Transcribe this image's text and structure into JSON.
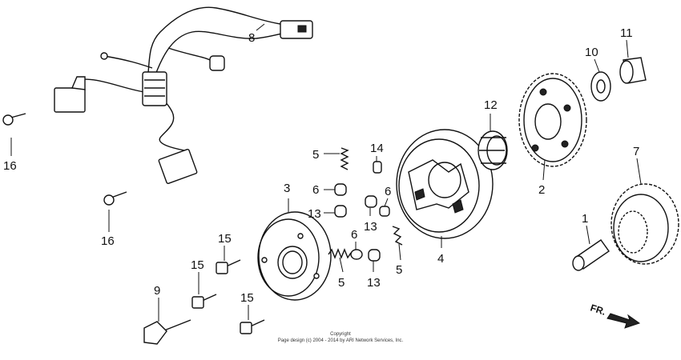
{
  "callouts": {
    "c1": "1",
    "c2": "2",
    "c3": "3",
    "c4": "4",
    "c5a": "5",
    "c5b": "5",
    "c5c": "5",
    "c6a": "6",
    "c6b": "6",
    "c6c": "6",
    "c7": "7",
    "c8": "8",
    "c9": "9",
    "c10": "10",
    "c11": "11",
    "c12": "12",
    "c13a": "13",
    "c13b": "13",
    "c13c": "13",
    "c14": "14",
    "c15a": "15",
    "c15b": "15",
    "c15c": "15",
    "c16a": "16",
    "c16b": "16"
  },
  "direction_label": "FR.",
  "copyright": {
    "line1": "Copyright",
    "line2": "Page design (c) 2004 - 2014 by ARI Network Services, Inc."
  },
  "colors": {
    "ink": "#111111",
    "background": "#ffffff"
  }
}
